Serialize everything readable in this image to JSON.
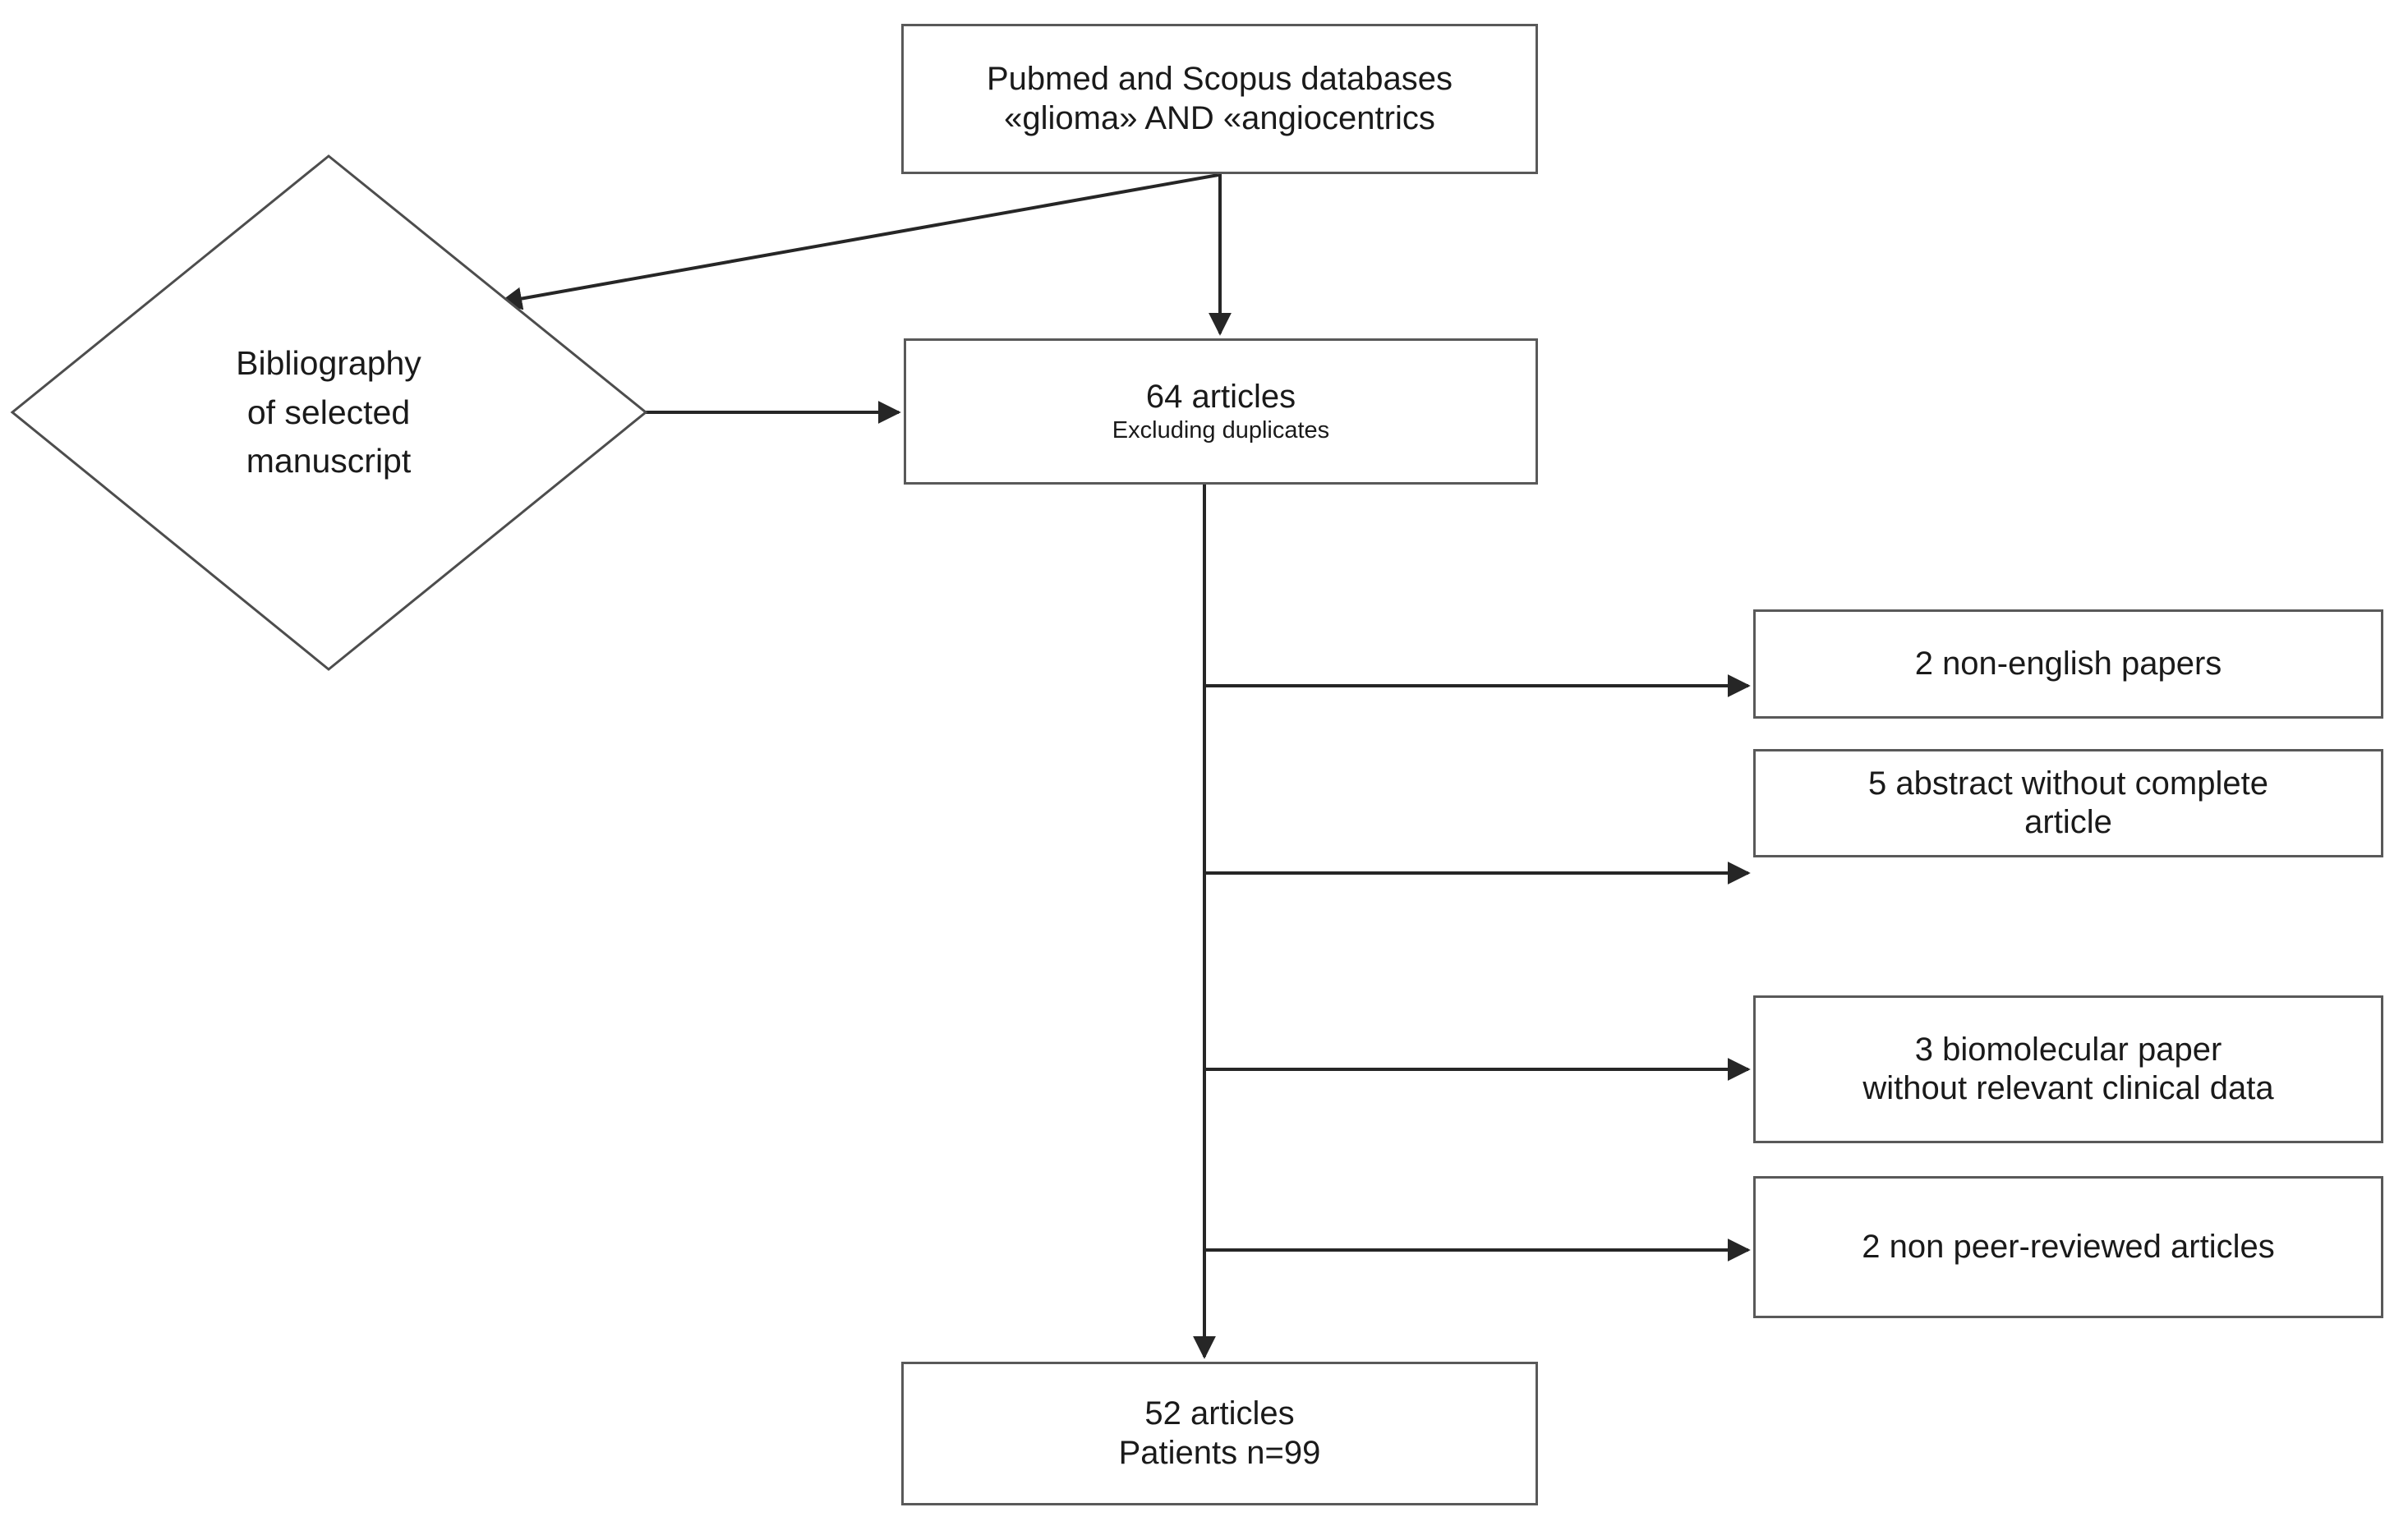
{
  "diagram": {
    "type": "flowchart",
    "title": "PRISMA-style article selection flow",
    "colors": {
      "box_border": "#595959",
      "line": "#262626",
      "text": "#1a1a1a",
      "background": "#ffffff"
    },
    "nodes": {
      "source_box": {
        "shape": "rectangle",
        "lines": [
          "Pubmed and Scopus databases",
          "«glioma» AND «angiocentrics"
        ]
      },
      "bibliography_diamond": {
        "shape": "diamond",
        "lines": [
          "Bibliography",
          "of selected",
          "manuscript"
        ]
      },
      "screened_box": {
        "shape": "rectangle",
        "title": "64 articles",
        "subtitle": "Excluding duplicates",
        "count": 64
      },
      "included_box": {
        "shape": "rectangle",
        "title": "52 articles",
        "subtitle": "Patients n=99",
        "count": 52,
        "patients": 99
      }
    },
    "exclusions": [
      {
        "count": 2,
        "lines": [
          "2 non-english papers"
        ]
      },
      {
        "count": 5,
        "lines": [
          "5 abstract without complete",
          "article"
        ]
      },
      {
        "count": 3,
        "lines": [
          "3 biomolecular paper",
          "without relevant clinical data"
        ]
      },
      {
        "count": 2,
        "lines": [
          "2 non peer-reviewed articles"
        ]
      }
    ],
    "edges": [
      {
        "from": "source_box",
        "to": "screened_box",
        "style": "arrow-down"
      },
      {
        "from": "source_box",
        "to": "bibliography_diamond",
        "style": "arrow-diagonal-left"
      },
      {
        "from": "bibliography_diamond",
        "to": "screened_box",
        "style": "arrow-right"
      },
      {
        "from": "screened_box",
        "to": "exclusion-1",
        "style": "arrow-right"
      },
      {
        "from": "screened_box",
        "to": "exclusion-2",
        "style": "arrow-right"
      },
      {
        "from": "screened_box",
        "to": "exclusion-3",
        "style": "arrow-right"
      },
      {
        "from": "screened_box",
        "to": "exclusion-4",
        "style": "arrow-right"
      },
      {
        "from": "screened_box",
        "to": "included_box",
        "style": "arrow-down"
      }
    ]
  }
}
